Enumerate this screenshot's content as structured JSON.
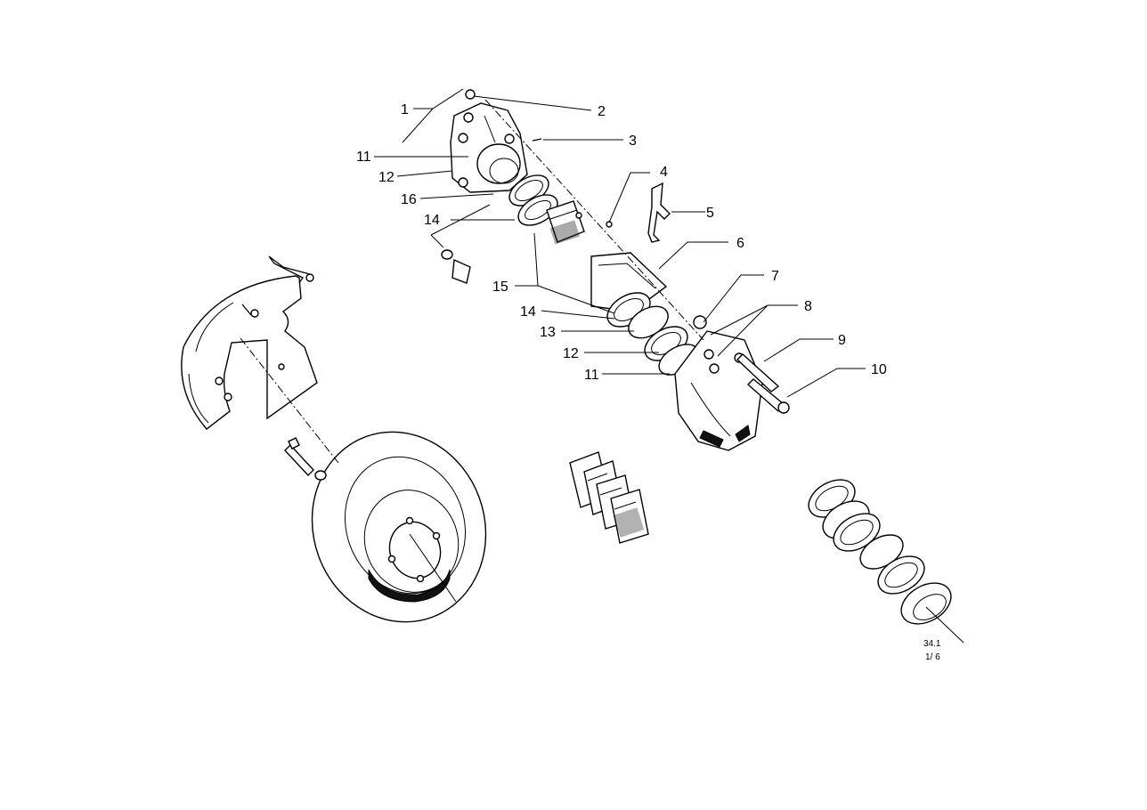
{
  "diagram": {
    "callouts": [
      "1",
      "2",
      "3",
      "11",
      "12",
      "16",
      "4",
      "5",
      "14",
      "6",
      "15",
      "7",
      "8",
      "14",
      "13",
      "12",
      "9",
      "11",
      "10"
    ],
    "reference": {
      "code": "34.1",
      "sheet": "1/ 6"
    }
  }
}
